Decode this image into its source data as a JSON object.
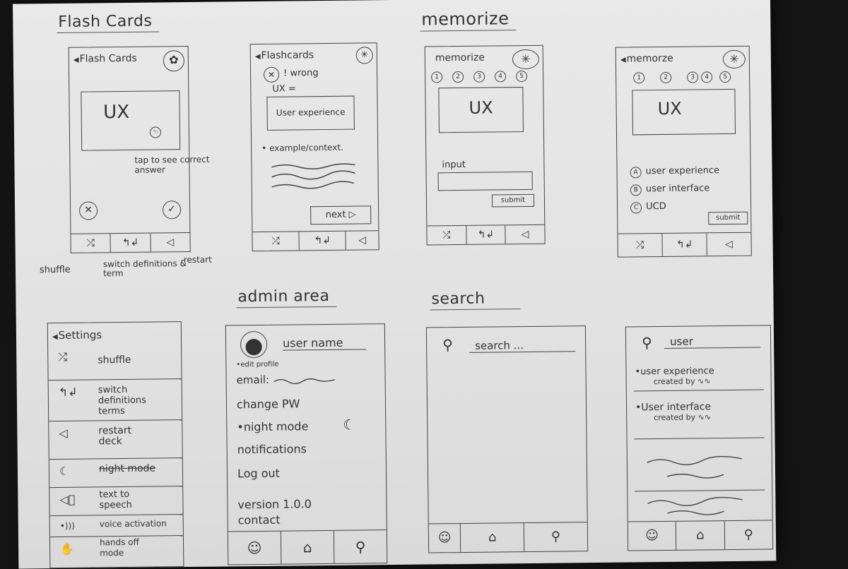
{
  "headings": {
    "flash_cards": "Flash Cards",
    "memorize": "memorize",
    "admin_area": "admin area",
    "search": "search"
  },
  "flash1": {
    "title": "Flash Cards",
    "gear": "✿",
    "card_text": "UX",
    "hint": "tap to see correct answer",
    "wrong": "✕",
    "right": "✓",
    "tabs": [
      "⤮",
      "↰↲",
      "◁"
    ],
    "labels": {
      "shuffle": "shuffle",
      "switch": "switch definitions & term",
      "restart": "restart"
    }
  },
  "flash2": {
    "title": "Flashcards",
    "gear": "✳",
    "wrong_icon": "✕",
    "wrong_text": "! wrong",
    "prompt": "UX =",
    "answer": "User experience",
    "example": "• example/context.",
    "next": "next ▷",
    "tabs": [
      "⤮",
      "↰↲",
      "◁"
    ]
  },
  "mem1": {
    "title": "memorize",
    "gear": "✳",
    "levels": [
      "1",
      "2",
      "3",
      "4",
      "5"
    ],
    "card_text": "UX",
    "input_label": "input",
    "submit": "submit",
    "tabs": [
      "⤮",
      "↰↲",
      "◁"
    ]
  },
  "mem2": {
    "title": "memorze",
    "gear": "✳",
    "levels": [
      "1",
      "2",
      "3",
      "4",
      "5"
    ],
    "card_text": "UX",
    "options": [
      {
        "key": "A",
        "text": "user experience"
      },
      {
        "key": "B",
        "text": "user interface"
      },
      {
        "key": "C",
        "text": "UCD"
      }
    ],
    "submit": "submit",
    "tabs": [
      "⤮",
      "↰↲",
      "◁"
    ]
  },
  "settings": {
    "title": "Settings",
    "items": [
      {
        "icon": "⤮",
        "label": "shuffle"
      },
      {
        "icon": "↰↲",
        "label": "switch definitions terms"
      },
      {
        "icon": "◁",
        "label": "restart deck"
      },
      {
        "icon": "☾",
        "label": "night mode"
      },
      {
        "icon": "◁⃒",
        "label": "text to speech"
      },
      {
        "icon": "•)))",
        "label": "voice activation"
      },
      {
        "icon": "✋",
        "label": "hands off mode"
      }
    ]
  },
  "admin": {
    "username": "user name",
    "edit_profile": "•edit profile",
    "email": "email:",
    "lines": [
      "change PW",
      "•night mode",
      "notifications",
      "Log out",
      "version 1.0.0",
      "contact"
    ],
    "moon": "☾",
    "tabs": [
      "☺",
      "⌂",
      "⚲"
    ]
  },
  "search1": {
    "placeholder": "search ...",
    "tabs": [
      "☺",
      "⌂",
      "⚲"
    ]
  },
  "search2": {
    "query": "user",
    "results": [
      {
        "title": "•user experience",
        "sub": "created by"
      },
      {
        "title": "•User interface",
        "sub": "created by"
      }
    ],
    "tabs": [
      "☺",
      "⌂",
      "⚲"
    ]
  }
}
